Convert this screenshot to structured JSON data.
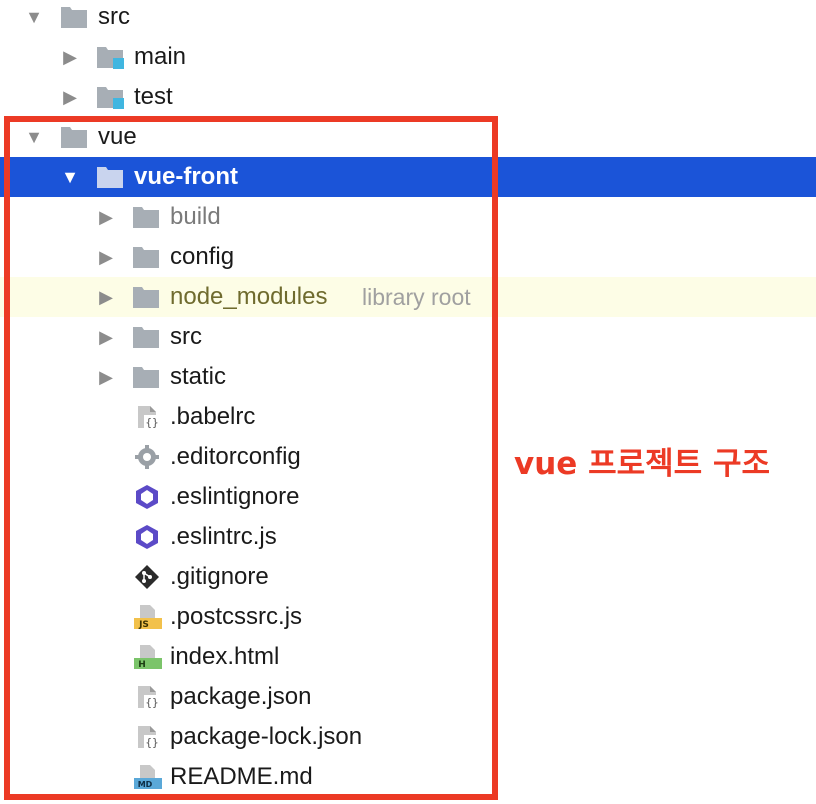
{
  "tree": {
    "rows": [
      {
        "label": "src",
        "arrow": "▼",
        "icon": "folder-icon"
      },
      {
        "label": "main",
        "arrow": "▶",
        "icon": "source-folder-icon"
      },
      {
        "label": "test",
        "arrow": "▶",
        "icon": "test-folder-icon"
      },
      {
        "label": "vue",
        "arrow": "▼",
        "icon": "folder-icon"
      },
      {
        "label": "vue-front",
        "arrow": "▼",
        "icon": "folder-icon",
        "selected": true
      },
      {
        "label": "build",
        "arrow": "▶",
        "icon": "folder-icon"
      },
      {
        "label": "config",
        "arrow": "▶",
        "icon": "folder-icon"
      },
      {
        "label": "node_modules",
        "arrow": "▶",
        "icon": "folder-icon",
        "suffix": "library root"
      },
      {
        "label": "src",
        "arrow": "▶",
        "icon": "folder-icon"
      },
      {
        "label": "static",
        "arrow": "▶",
        "icon": "folder-icon"
      },
      {
        "label": ".babelrc",
        "icon": "json-file-icon"
      },
      {
        "label": ".editorconfig",
        "icon": "gear-icon"
      },
      {
        "label": ".eslintignore",
        "icon": "eslint-icon"
      },
      {
        "label": ".eslintrc.js",
        "icon": "eslint-icon"
      },
      {
        "label": ".gitignore",
        "icon": "git-icon"
      },
      {
        "label": ".postcssrc.js",
        "icon": "js-file-icon"
      },
      {
        "label": "index.html",
        "icon": "html-file-icon"
      },
      {
        "label": "package.json",
        "icon": "json-file-icon"
      },
      {
        "label": "package-lock.json",
        "icon": "json-file-icon"
      },
      {
        "label": "README.md",
        "icon": "markdown-file-icon"
      }
    ]
  },
  "annotation": {
    "text": "vue 프로젝트 구조"
  },
  "colors": {
    "highlight": "#1b54d8",
    "annotation": "#ec3a25",
    "library_row": "#fdfde6"
  }
}
